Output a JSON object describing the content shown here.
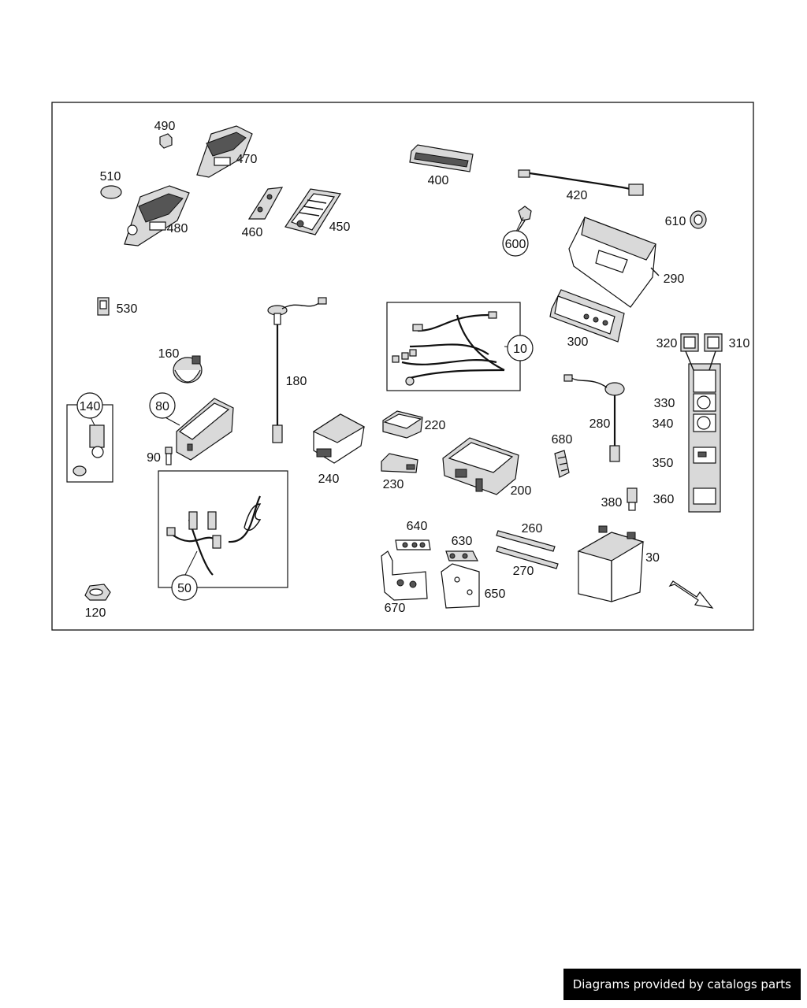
{
  "callouts": {
    "c10": "10",
    "c30": "30",
    "c50": "50",
    "c80": "80",
    "c90": "90",
    "c120": "120",
    "c140": "140",
    "c160": "160",
    "c180": "180",
    "c200": "200",
    "c220": "220",
    "c230": "230",
    "c240": "240",
    "c260": "260",
    "c270": "270",
    "c280": "280",
    "c290": "290",
    "c300": "300",
    "c310": "310",
    "c320": "320",
    "c330": "330",
    "c340": "340",
    "c350": "350",
    "c360": "360",
    "c380": "380",
    "c400": "400",
    "c420": "420",
    "c450": "450",
    "c460": "460",
    "c470": "470",
    "c480": "480",
    "c490": "490",
    "c510": "510",
    "c530": "530",
    "c600": "600",
    "c610": "610",
    "c630": "630",
    "c640": "640",
    "c650": "650",
    "c670": "670",
    "c680": "680"
  },
  "footer": {
    "credit": "Diagrams provided by catalogs parts"
  }
}
